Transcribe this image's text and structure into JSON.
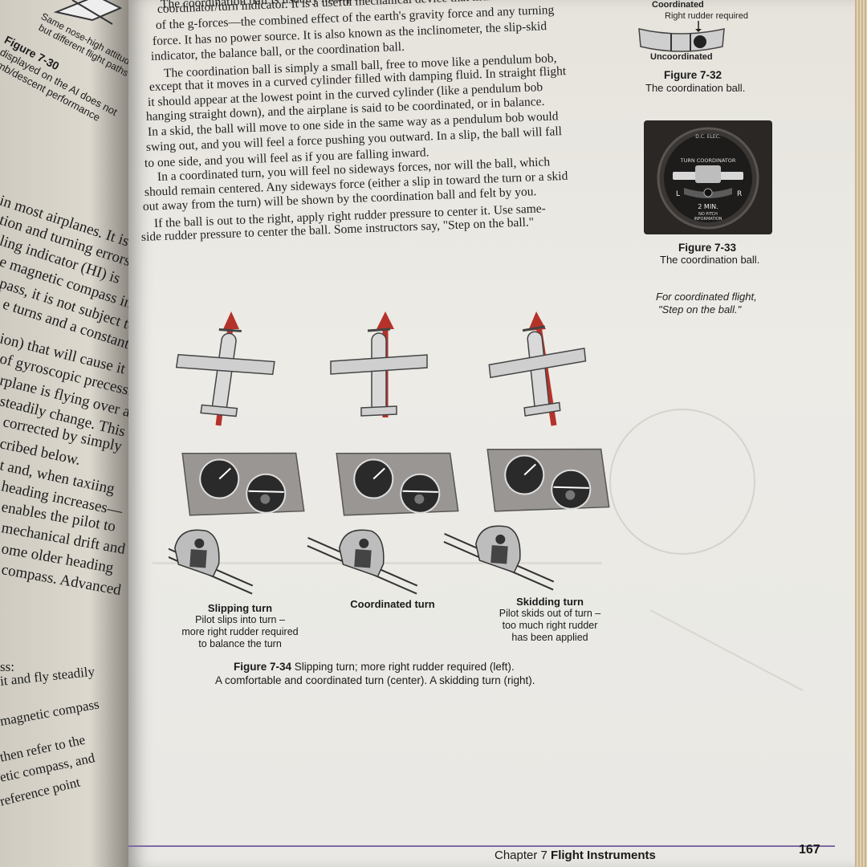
{
  "left_page": {
    "sidebar_lines": [
      "Same nose-high attitude",
      "but different flight paths"
    ],
    "fig_num": "Figure 7-30",
    "fig_lines": [
      "displayed on the AI does not",
      "mb/descent performance"
    ],
    "text_lines": [
      "in most airplanes. It is",
      "tion and turning errors",
      "ling indicator (HI) is",
      "e magnetic compass in",
      "pass, it is not subject to",
      "e turns and a constant",
      "ion) that will cause it",
      "of gyroscopic precession",
      "rplane is flying over a",
      "steadily change. This",
      "corrected by simply",
      "cribed below.",
      "t and, when taxiing",
      "heading increases—",
      "enables the pilot to",
      "mechanical drift and",
      "ome older heading",
      "compass. Advanced",
      "ss:",
      "it and fly steadily",
      "magnetic compass",
      "then refer to the",
      "etic compass, and",
      "reference point"
    ]
  },
  "body": {
    "lines": [
      "The coordination ball is usually incorporated into the turn",
      "coordinator/turn indicator. It is a useful mechanical device that indicates the direction",
      "of the g-forces—the combined effect of the earth's gravity force and any turning",
      "force. It has no power source. It is also known as the inclinometer, the slip-skid",
      "indicator, the balance ball, or the coordination ball.",
      "The coordination ball is simply a small ball, free to move like a pendulum bob,",
      "except that it moves in a curved cylinder filled with damping fluid. In straight flight",
      "it should appear at the lowest point in the curved cylinder (like a pendulum bob",
      "hanging straight down), and the airplane is said to be coordinated, or in balance.",
      "In a skid, the ball will move to one side in the same way as a pendulum bob would",
      "swing out, and you will feel a force pushing you outward. In a slip, the ball will fall",
      "to one side, and you will feel as if you are falling inward.",
      "In a coordinated turn, you will feel no sideways forces, nor will the ball, which",
      "should remain centered. Any sideways force (either a slip in toward the turn or a skid",
      "out away from the turn) will be shown by the coordination ball and felt by you.",
      "If the ball is out to the right, apply right rudder pressure to center it. Use same-",
      "side rudder pressure to center the ball. Some instructors say, \"Step on the ball.\""
    ]
  },
  "fig32": {
    "label_top": "Coordinated",
    "label_arrow": "Right rudder required",
    "label_bottom": "Uncoordinated",
    "title": "Figure 7-32",
    "caption": "The coordination ball."
  },
  "fig33": {
    "dc": "D.C. ELEC.",
    "tc": "TURN COORDINATOR",
    "l": "L",
    "r": "R",
    "min": "2 MIN.",
    "np1": "NO PITCH",
    "np2": "INFORMATION",
    "title": "Figure 7-33",
    "caption": "The coordination ball."
  },
  "side_note": [
    "For coordinated flight,",
    "\"Step on the ball.\""
  ],
  "fig34": {
    "panels": [
      {
        "title": "Slipping turn",
        "lines": [
          "Pilot slips into turn –",
          "more right rudder required",
          "to balance the turn"
        ]
      },
      {
        "title": "Coordinated turn",
        "lines": []
      },
      {
        "title": "Skidding turn",
        "lines": [
          "Pilot skids out of turn –",
          "too much right rudder",
          "has been applied"
        ]
      }
    ],
    "title": "Figure 7-34",
    "caption1": "Slipping turn; more right rudder required (left).",
    "caption2": "A comfortable and coordinated turn (center). A skidding turn (right)."
  },
  "footer": {
    "chapter": "Chapter 7",
    "section": "Flight Instruments",
    "page": "167"
  }
}
